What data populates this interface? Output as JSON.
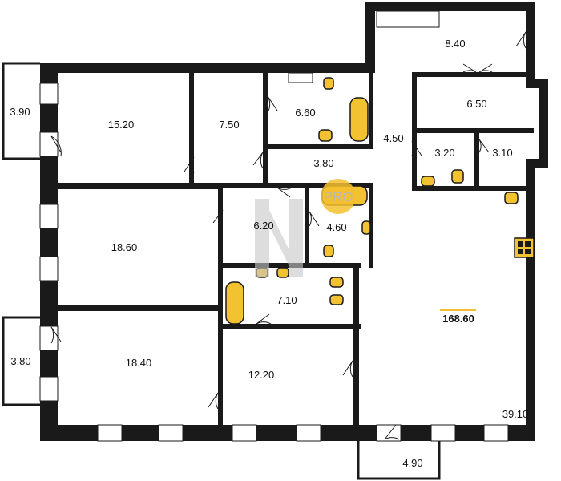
{
  "colors": {
    "wall": "#1a1a1a",
    "background": "#ffffff",
    "fixture": "#f2c230",
    "accent": "#f5c030",
    "watermark": "#c8c8c8"
  },
  "rooms": {
    "balcony_top_left": "3.90",
    "room_top_left": "15.20",
    "room_7_50": "7.50",
    "bath_6_60": "6.60",
    "room_8_40": "8.40",
    "room_6_50": "6.50",
    "corridor_4_50": "4.50",
    "hall_3_80": "3.80",
    "wc_3_20": "3.20",
    "wc_3_10": "3.10",
    "room_6_20": "6.20",
    "bath_4_60": "4.60",
    "room_18_60": "18.60",
    "bath_7_10": "7.10",
    "balcony_left_bottom": "3.80",
    "room_18_40": "18.40",
    "room_12_20": "12.20",
    "living_39_10": "39.10",
    "balcony_bottom": "4.90"
  },
  "total_area": "168.60",
  "watermark": {
    "badge_text": "PRO"
  }
}
